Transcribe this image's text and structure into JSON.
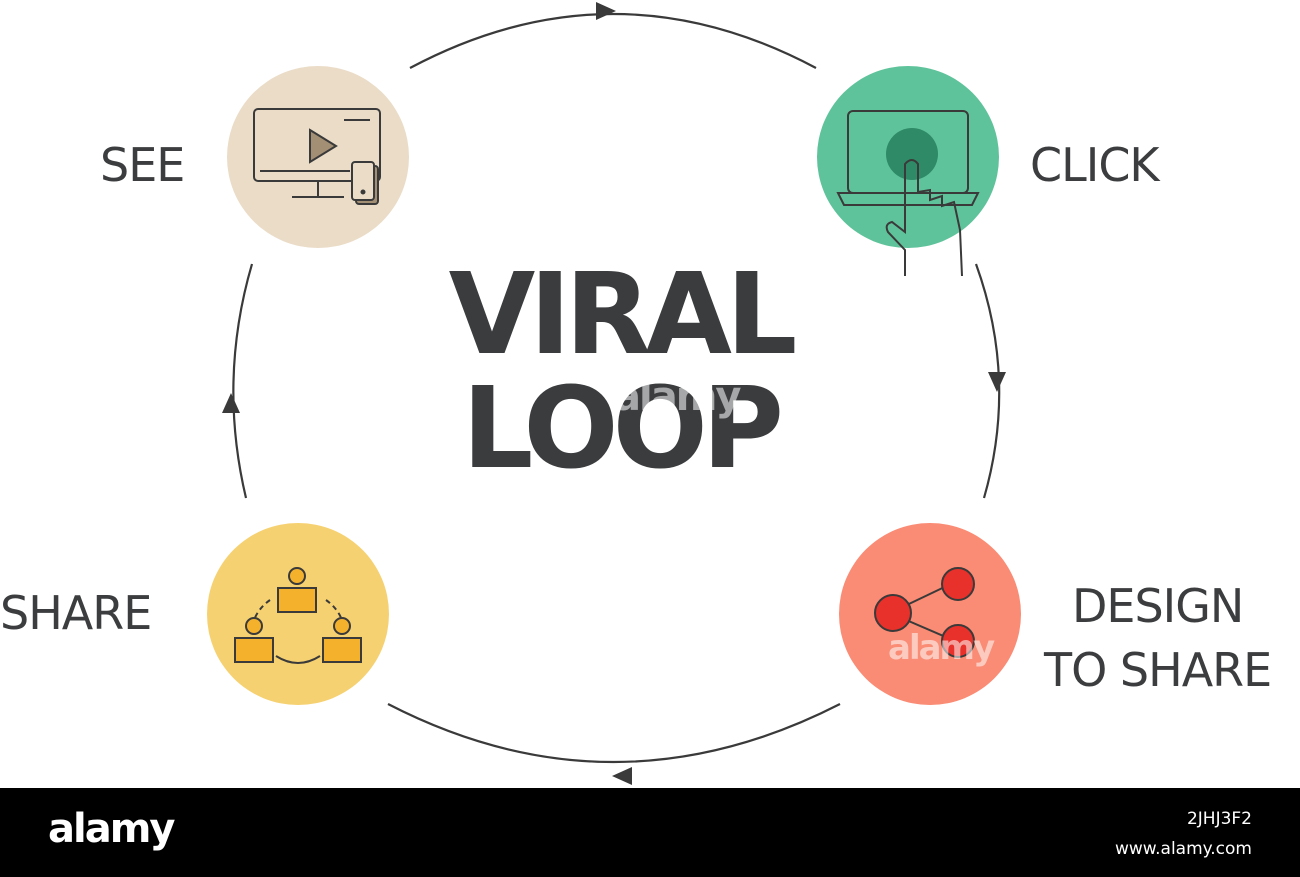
{
  "diagram": {
    "title_line1": "VIRAL",
    "title_line2": "LOOP",
    "stages": [
      {
        "id": "see",
        "label": "SEE",
        "color": "#eadcc7",
        "icon": "video-monitor-phone-icon"
      },
      {
        "id": "click",
        "label": "CLICK",
        "color": "#5ec39a",
        "icon": "laptop-tap-hand-icon"
      },
      {
        "id": "design",
        "label_line1": "DESIGN",
        "label_line2": "TO SHARE",
        "color": "#fa8b74",
        "icon": "share-nodes-icon"
      },
      {
        "id": "share",
        "label": "SHARE",
        "color": "#f6d171",
        "icon": "people-network-icon"
      }
    ],
    "arrow_color": "#3a3a3a",
    "text_color": "#3a3c3e"
  },
  "watermark": {
    "center_text": "alamy",
    "icon_text": "alamy"
  },
  "footer": {
    "brand": "alamy",
    "image_id": "2JHJ3F2",
    "site": "www.alamy.com"
  }
}
